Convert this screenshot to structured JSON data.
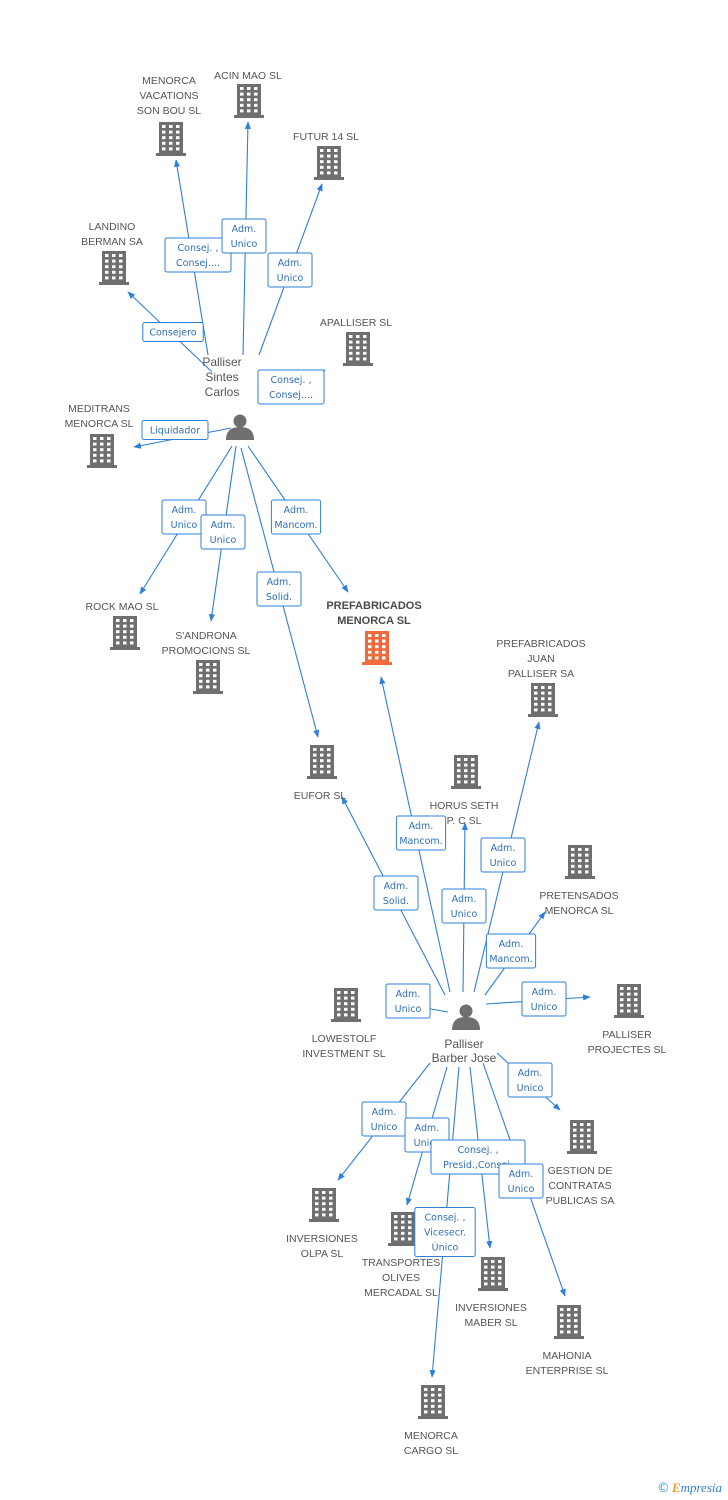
{
  "colors": {
    "edge": "#2f7fd8",
    "building": "#6f6f6f",
    "focus_building": "#f06a3c",
    "label_text": "#555555",
    "edge_label_text": "#2f6fb8"
  },
  "persons": [
    {
      "id": "p1",
      "name": [
        "Palliser",
        "Sintes",
        "Carlos"
      ]
    },
    {
      "id": "p2",
      "name": [
        "Palliser",
        "Barber Jose"
      ]
    }
  ],
  "companies": [
    {
      "id": "menorca-vacations",
      "name": [
        "MENORCA",
        "VACATIONS",
        "SON BOU SL"
      ]
    },
    {
      "id": "acin-mao",
      "name": [
        "ACIN MAO  SL"
      ]
    },
    {
      "id": "futur-14",
      "name": [
        "FUTUR 14  SL"
      ]
    },
    {
      "id": "landino-berman",
      "name": [
        "LANDINO",
        "BERMAN SA"
      ]
    },
    {
      "id": "apalliser",
      "name": [
        "APALLISER  SL"
      ]
    },
    {
      "id": "meditrans",
      "name": [
        "MEDITRANS",
        "MENORCA SL"
      ]
    },
    {
      "id": "rock-mao",
      "name": [
        "ROCK MAO SL"
      ]
    },
    {
      "id": "sandrona",
      "name": [
        "S'ANDRONA",
        "PROMOCIONS SL"
      ]
    },
    {
      "id": "prefabricados-menorca",
      "name": [
        "PREFABRICADOS",
        "MENORCA SL"
      ],
      "focus": true
    },
    {
      "id": "prefabricados-juan",
      "name": [
        "PREFABRICADOS",
        "JUAN",
        "PALLISER SA"
      ]
    },
    {
      "id": "eufor",
      "name": [
        "EUFOR  SL"
      ]
    },
    {
      "id": "horus-seth",
      "name": [
        "HORUS SETH",
        "P.  C SL"
      ]
    },
    {
      "id": "pretensados",
      "name": [
        "PRETENSADOS",
        "MENORCA SL"
      ]
    },
    {
      "id": "lowestolf",
      "name": [
        "LOWESTOLF",
        "INVESTMENT SL"
      ]
    },
    {
      "id": "palliser-projectes",
      "name": [
        "PALLISER",
        "PROJECTES  SL"
      ]
    },
    {
      "id": "gestion-contratas",
      "name": [
        "GESTION DE",
        "CONTRATAS",
        "PUBLICAS SA"
      ]
    },
    {
      "id": "inversiones-olpa",
      "name": [
        "INVERSIONES",
        "OLPA SL"
      ]
    },
    {
      "id": "transportes-olives",
      "name": [
        "TRANSPORTES",
        "OLIVES",
        "MERCADAL SL"
      ]
    },
    {
      "id": "inversiones-maber",
      "name": [
        "INVERSIONES",
        "MABER SL"
      ]
    },
    {
      "id": "mahonia",
      "name": [
        "MAHONIA",
        "ENTERPRISE SL"
      ]
    },
    {
      "id": "menorca-cargo",
      "name": [
        "MENORCA",
        "CARGO SL"
      ]
    }
  ],
  "relations": [
    {
      "from": "p1",
      "to": "menorca-vacations",
      "label": [
        "Consej. ,",
        "Consej...."
      ]
    },
    {
      "from": "p1",
      "to": "acin-mao",
      "label": [
        "Adm.",
        "Unico"
      ]
    },
    {
      "from": "p1",
      "to": "futur-14",
      "label": [
        "Adm.",
        "Unico"
      ]
    },
    {
      "from": "p1",
      "to": "landino-berman",
      "label": [
        "Consejero"
      ]
    },
    {
      "from": "p1",
      "to": "apalliser",
      "label": [
        "Consej. ,",
        "Consej...."
      ]
    },
    {
      "from": "p1",
      "to": "meditrans",
      "label": [
        "Liquidador"
      ]
    },
    {
      "from": "p1",
      "to": "rock-mao",
      "label": [
        "Adm.",
        "Unico"
      ]
    },
    {
      "from": "p1",
      "to": "sandrona",
      "label": [
        "Adm.",
        "Unico"
      ]
    },
    {
      "from": "p1",
      "to": "prefabricados-menorca",
      "label": [
        "Adm.",
        "Mancom."
      ]
    },
    {
      "from": "p1",
      "to": "eufor",
      "label": [
        "Adm.",
        "Solid."
      ]
    },
    {
      "from": "p2",
      "to": "prefabricados-menorca",
      "label": [
        "Adm.",
        "Mancom."
      ]
    },
    {
      "from": "p2",
      "to": "eufor",
      "label": [
        "Adm.",
        "Solid."
      ]
    },
    {
      "from": "p2",
      "to": "horus-seth",
      "label": [
        "Adm.",
        "Unico"
      ]
    },
    {
      "from": "p2",
      "to": "prefabricados-juan",
      "label": [
        "Adm.",
        "Unico"
      ]
    },
    {
      "from": "p2",
      "to": "pretensados",
      "label": [
        "Adm.",
        "Mancom."
      ]
    },
    {
      "from": "p2",
      "to": "lowestolf",
      "label": [
        "Adm.",
        "Unico"
      ]
    },
    {
      "from": "p2",
      "to": "palliser-projectes",
      "label": [
        "Adm.",
        "Unico"
      ]
    },
    {
      "from": "p2",
      "to": "gestion-contratas",
      "label": [
        "Adm.",
        "Unico"
      ]
    },
    {
      "from": "p2",
      "to": "inversiones-olpa",
      "label": [
        "Adm.",
        "Unico"
      ]
    },
    {
      "from": "p2",
      "to": "transportes-olives",
      "label": [
        "Adm.",
        "Unico"
      ]
    },
    {
      "from": "p2",
      "to": "inversiones-maber",
      "label": [
        "Consej. ,",
        "Presid.,Consej."
      ]
    },
    {
      "from": "p2",
      "to": "mahonia",
      "label": [
        "Adm.",
        "Unico"
      ]
    },
    {
      "from": "p2",
      "to": "menorca-cargo",
      "label": [
        "Consej. ,",
        "Vicesecr.",
        "Único"
      ]
    }
  ],
  "footer": {
    "copyright": "©",
    "brand_e": "E",
    "brand_rest": "mpresia"
  }
}
